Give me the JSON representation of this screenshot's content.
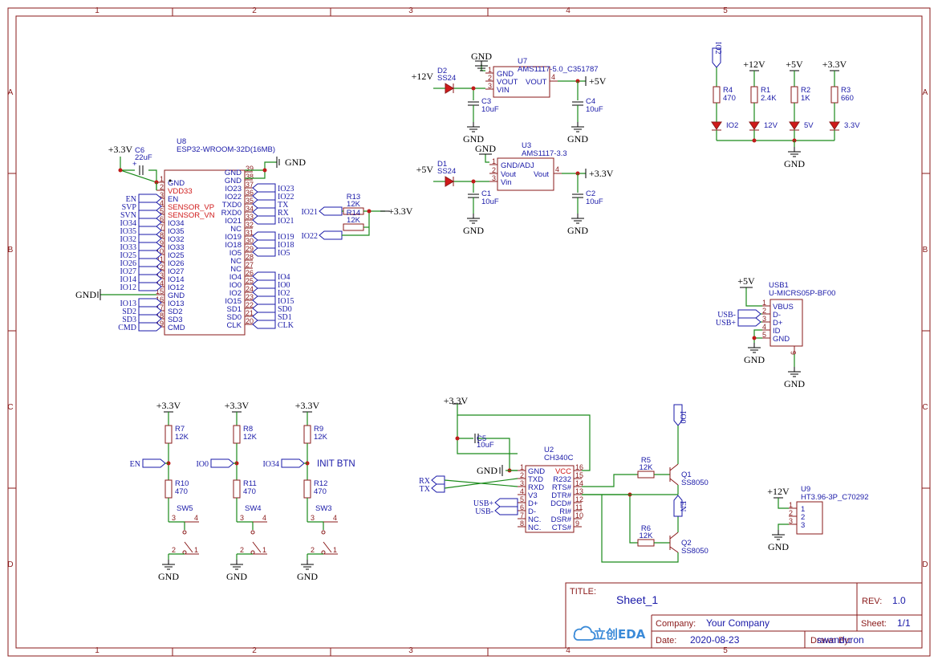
{
  "border": {
    "cols": [
      "1",
      "2",
      "3",
      "4",
      "5"
    ],
    "rows": [
      "A",
      "B",
      "C",
      "D"
    ]
  },
  "u8": {
    "ref": "U8",
    "name": "ESP32-WROOM-32D(16MB)",
    "left": [
      [
        "1",
        "GND"
      ],
      [
        "2",
        "VDD33"
      ],
      [
        "3",
        "EN"
      ],
      [
        "4",
        "SENSOR_VP"
      ],
      [
        "5",
        "SENSOR_VN"
      ],
      [
        "6",
        "IO34"
      ],
      [
        "7",
        "IO35"
      ],
      [
        "8",
        "IO32"
      ],
      [
        "9",
        "IO33"
      ],
      [
        "10",
        "IO25"
      ],
      [
        "11",
        "IO26"
      ],
      [
        "12",
        "IO27"
      ],
      [
        "13",
        "IO14"
      ],
      [
        "14",
        "IO12"
      ],
      [
        "15",
        "GND"
      ],
      [
        "16",
        "IO13"
      ],
      [
        "17",
        "SD2"
      ],
      [
        "18",
        "SD3"
      ],
      [
        "19",
        "CMD"
      ]
    ],
    "right": [
      [
        "39",
        "GND"
      ],
      [
        "38",
        "GND"
      ],
      [
        "37",
        "IO23"
      ],
      [
        "36",
        "IO22"
      ],
      [
        "35",
        "TXD0"
      ],
      [
        "34",
        "RXD0"
      ],
      [
        "33",
        "IO21"
      ],
      [
        "32",
        "NC"
      ],
      [
        "31",
        "IO19"
      ],
      [
        "30",
        "IO18"
      ],
      [
        "29",
        "IO5"
      ],
      [
        "28",
        "NC"
      ],
      [
        "27",
        "NC"
      ],
      [
        "26",
        "IO4"
      ],
      [
        "25",
        "IO0"
      ],
      [
        "24",
        "IO2"
      ],
      [
        "23",
        "IO15"
      ],
      [
        "22",
        "SD1"
      ],
      [
        "21",
        "SD0"
      ],
      [
        "20",
        "CLK"
      ]
    ],
    "left_flags": [
      "EN",
      "SVP",
      "SVN",
      "IO34",
      "IO35",
      "IO32",
      "IO33",
      "IO25",
      "IO26",
      "IO27",
      "IO14",
      "IO12",
      "",
      "IO13",
      "SD2",
      "SD3",
      "CMD"
    ],
    "right_flags": [
      "IO23",
      "IO22",
      "TX",
      "RX",
      "IO21",
      "",
      "IO19",
      "IO18",
      "IO5",
      "",
      "",
      "IO4",
      "IO0",
      "IO2",
      "IO15",
      "SD0",
      "SD1",
      "CLK"
    ]
  },
  "c6": {
    "ref": "C6",
    "val": "22uF"
  },
  "gnd": "GND",
  "p33": "+3.3V",
  "p12": "+12V",
  "p5": "+5V",
  "r13": {
    "ref": "R13",
    "val": "12K"
  },
  "r14": {
    "ref": "R14",
    "val": "12K"
  },
  "io21": "IO21",
  "io22": "IO22",
  "u7": {
    "ref": "U7",
    "name": "AMS1117-5.0_C351787",
    "p1": "GND",
    "p2": "VOUT",
    "p3": "VIN",
    "p4": "VOUT",
    "n1": "1",
    "n2": "2",
    "n3": "3",
    "n4": "4"
  },
  "d2": {
    "ref": "D2",
    "val": "SS24"
  },
  "c3": {
    "ref": "C3",
    "val": "10uF"
  },
  "c4": {
    "ref": "C4",
    "val": "10uF"
  },
  "u3": {
    "ref": "U3",
    "name": "AMS1117-3.3",
    "p1": "GND/ADJ",
    "p2": "Vout",
    "p3": "Vin",
    "p4": "Vout",
    "n1": "1",
    "n2": "2",
    "n3": "3",
    "n4": "4"
  },
  "d1": {
    "ref": "D1",
    "val": "SS24"
  },
  "c1": {
    "ref": "C1",
    "val": "10uF"
  },
  "c2": {
    "ref": "C2",
    "val": "10uF"
  },
  "leds": [
    {
      "net": "IO2",
      "ref": "R4",
      "val": "470",
      "lbl": "IO2"
    },
    {
      "net": "+12V",
      "ref": "R1",
      "val": "2.4K",
      "lbl": "12V"
    },
    {
      "net": "+5V",
      "ref": "R2",
      "val": "1K",
      "lbl": "5V"
    },
    {
      "net": "+3.3V",
      "ref": "R3",
      "val": "660",
      "lbl": "3.3V"
    }
  ],
  "usb1": {
    "ref": "USB1",
    "name": "U-MICRS05P-BF00",
    "pins": [
      [
        "1",
        "VBUS"
      ],
      [
        "2",
        "D-"
      ],
      [
        "3",
        "D+"
      ],
      [
        "4",
        "ID"
      ],
      [
        "5",
        "GND"
      ]
    ],
    "p6": "6",
    "dm": "USB-",
    "dp": "USB+"
  },
  "btns": [
    {
      "rt": "R7",
      "rv": "12K",
      "rb": "R10",
      "rbv": "470",
      "flag": "EN",
      "sw": "SW5"
    },
    {
      "rt": "R8",
      "rv": "12K",
      "rb": "R11",
      "rbv": "470",
      "flag": "IO0",
      "sw": "SW4"
    },
    {
      "rt": "R9",
      "rv": "12K",
      "rb": "R12",
      "rbv": "470",
      "flag": "IO34",
      "sw": "SW3",
      "note": "INIT BTN"
    }
  ],
  "sw_pins": {
    "a": "3",
    "b": "4",
    "c": "2",
    "d": "1"
  },
  "c5": {
    "ref": "C5",
    "val": "10uF"
  },
  "u2": {
    "ref": "U2",
    "name": "CH340C",
    "left": [
      [
        "1",
        "GND"
      ],
      [
        "2",
        "TXD"
      ],
      [
        "3",
        "RXD"
      ],
      [
        "4",
        "V3"
      ],
      [
        "5",
        "D+"
      ],
      [
        "6",
        "D-"
      ],
      [
        "7",
        "NC."
      ],
      [
        "8",
        "NC."
      ]
    ],
    "right": [
      [
        "16",
        "VCC"
      ],
      [
        "15",
        "R232"
      ],
      [
        "14",
        "RTS#"
      ],
      [
        "13",
        "DTR#"
      ],
      [
        "12",
        "DCD#"
      ],
      [
        "11",
        "RI#"
      ],
      [
        "10",
        "DSR#"
      ],
      [
        "9",
        "CTS#"
      ]
    ]
  },
  "rx": "RX",
  "tx": "TX",
  "usbp": "USB+",
  "usbm": "USB-",
  "r5": {
    "ref": "R5",
    "val": "12K"
  },
  "r6": {
    "ref": "R6",
    "val": "12K"
  },
  "q1": {
    "ref": "Q1",
    "val": "SS8050",
    "flag": "IO0"
  },
  "q2": {
    "ref": "Q2",
    "val": "SS8050",
    "flag": "EN"
  },
  "u9": {
    "ref": "U9",
    "name": "HT3.96-3P_C70292",
    "pins": [
      [
        "1",
        "1"
      ],
      [
        "2",
        "2"
      ],
      [
        "3",
        "3"
      ]
    ]
  },
  "title_block": {
    "title_label": "TITLE:",
    "title": "Sheet_1",
    "rev_label": "REV:",
    "rev": "1.0",
    "company_label": "Company:",
    "company": "Your Company",
    "sheet_label": "Sheet:",
    "sheet": "1/1",
    "date_label": "Date:",
    "date": "2020-08-23",
    "drawn_label": "Drawn By:",
    "drawn": "swanduron",
    "logo": "立创EDA"
  },
  "colors": {
    "border": "#8a1a1a",
    "wire": "#1a8a1a",
    "text": "#1a1aa8",
    "pin_num": "#8a1a1a",
    "junction": "#c01a1a"
  }
}
